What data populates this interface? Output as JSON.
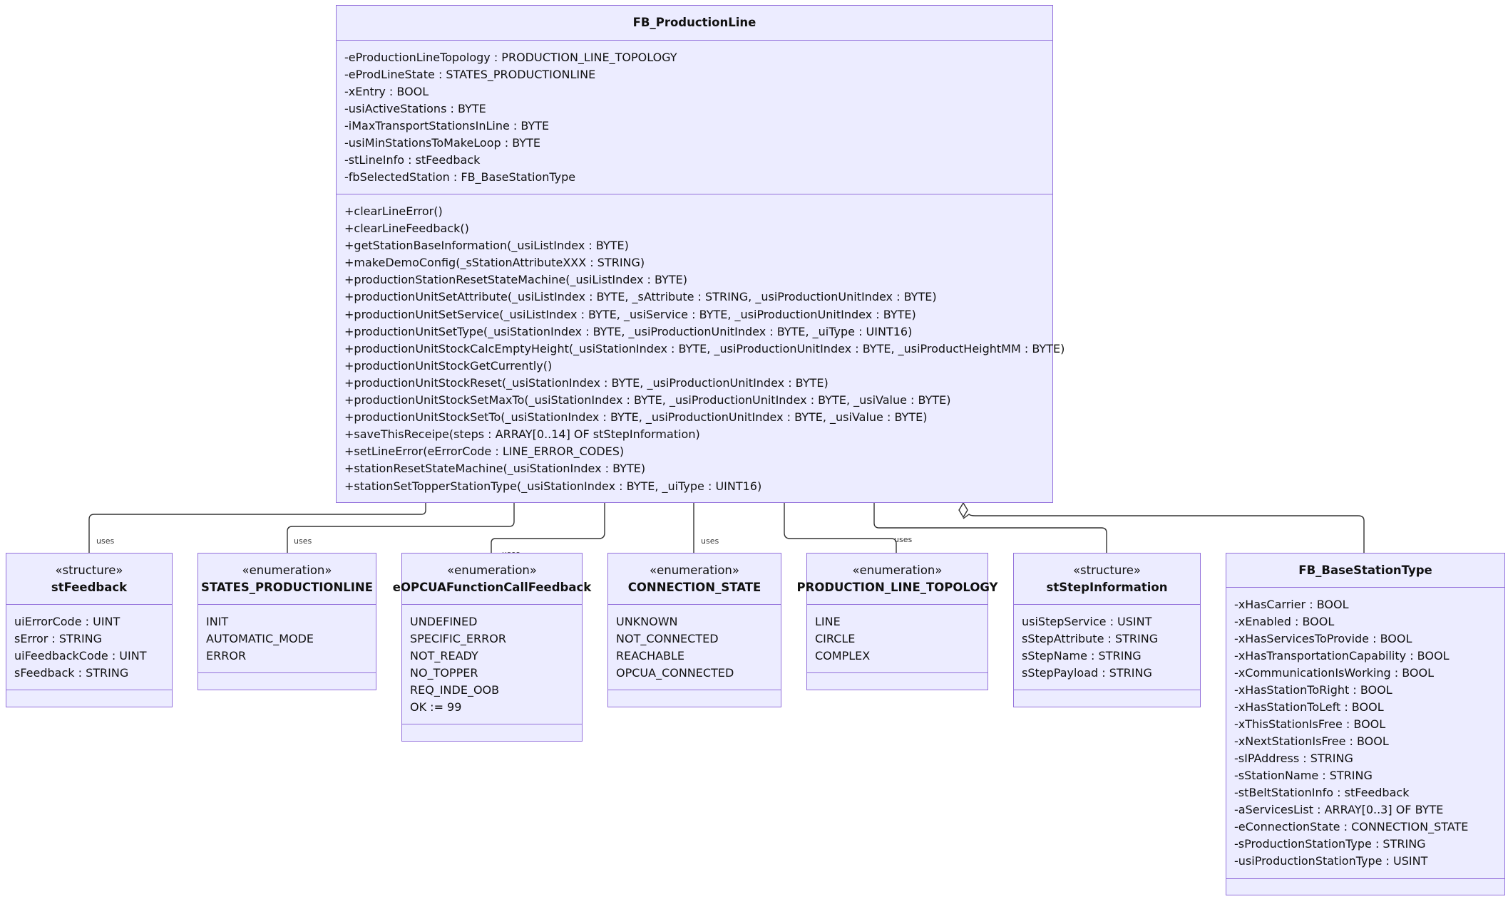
{
  "main_class": {
    "name": "FB_ProductionLine",
    "attributes": [
      "-eProductionLineTopology : PRODUCTION_LINE_TOPOLOGY",
      "-eProdLineState : STATES_PRODUCTIONLINE",
      "-xEntry : BOOL",
      "-usiActiveStations : BYTE",
      "-iMaxTransportStationsInLine : BYTE",
      "-usiMinStationsToMakeLoop : BYTE",
      "-stLineInfo : stFeedback",
      "-fbSelectedStation : FB_BaseStationType"
    ],
    "methods": [
      "+clearLineError()",
      "+clearLineFeedback()",
      "+getStationBaseInformation(_usiListIndex : BYTE)",
      "+makeDemoConfig(_sStationAttributeXXX : STRING)",
      "+productionStationResetStateMachine(_usiListIndex : BYTE)",
      "+productionUnitSetAttribute(_usiListIndex : BYTE, _sAttribute : STRING, _usiProductionUnitIndex : BYTE)",
      "+productionUnitSetService(_usiListIndex : BYTE, _usiService : BYTE, _usiProductionUnitIndex : BYTE)",
      "+productionUnitSetType(_usiStationIndex : BYTE, _usiProductionUnitIndex : BYTE, _uiType : UINT16)",
      "+productionUnitStockCalcEmptyHeight(_usiStationIndex : BYTE, _usiProductionUnitIndex : BYTE, _usiProductHeightMM : BYTE)",
      "+productionUnitStockGetCurrently()",
      "+productionUnitStockReset(_usiStationIndex : BYTE, _usiProductionUnitIndex : BYTE)",
      "+productionUnitStockSetMaxTo(_usiStationIndex : BYTE, _usiProductionUnitIndex : BYTE, _usiValue : BYTE)",
      "+productionUnitStockSetTo(_usiStationIndex : BYTE, _usiProductionUnitIndex : BYTE, _usiValue : BYTE)",
      "+saveThisReceipe(steps : ARRAY[0..14] OF stStepInformation)",
      "+setLineError(eErrorCode : LINE_ERROR_CODES)",
      "+stationResetStateMachine(_usiStationIndex : BYTE)",
      "+stationSetTopperStationType(_usiStationIndex : BYTE, _uiType : UINT16)"
    ]
  },
  "classes": [
    {
      "id": "stFeedback",
      "stereotype": "«structure»",
      "name": "stFeedback",
      "members": [
        "uiErrorCode : UINT",
        "sError : STRING",
        "uiFeedbackCode : UINT",
        "sFeedback : STRING"
      ]
    },
    {
      "id": "STATES_PRODUCTIONLINE",
      "stereotype": "«enumeration»",
      "name": "STATES_PRODUCTIONLINE",
      "members": [
        "INIT",
        "AUTOMATIC_MODE",
        "ERROR"
      ]
    },
    {
      "id": "eOPCUAFunctionCallFeedback",
      "stereotype": "«enumeration»",
      "name": "eOPCUAFunctionCallFeedback",
      "members": [
        "UNDEFINED",
        "SPECIFIC_ERROR",
        "NOT_READY",
        "NO_TOPPER",
        "REQ_INDE_OOB",
        "OK := 99"
      ]
    },
    {
      "id": "CONNECTION_STATE",
      "stereotype": "«enumeration»",
      "name": "CONNECTION_STATE",
      "members": [
        "UNKNOWN",
        "NOT_CONNECTED",
        "REACHABLE",
        "OPCUA_CONNECTED"
      ]
    },
    {
      "id": "PRODUCTION_LINE_TOPOLOGY",
      "stereotype": "«enumeration»",
      "name": "PRODUCTION_LINE_TOPOLOGY",
      "members": [
        "LINE",
        "CIRCLE",
        "COMPLEX"
      ]
    },
    {
      "id": "stStepInformation",
      "stereotype": "«structure»",
      "name": "stStepInformation",
      "members": [
        "usiStepService : USINT",
        "sStepAttribute : STRING",
        "sStepName : STRING",
        "sStepPayload : STRING"
      ]
    },
    {
      "id": "FB_BaseStationType",
      "stereotype": "",
      "name": "FB_BaseStationType",
      "members": [
        "-xHasCarrier : BOOL",
        "-xEnabled : BOOL",
        "-xHasServicesToProvide : BOOL",
        "-xHasTransportationCapability : BOOL",
        "-xCommunicationIsWorking : BOOL",
        "-xHasStationToRight : BOOL",
        "-xHasStationToLeft : BOOL",
        "-xThisStationIsFree : BOOL",
        "-xNextStationIsFree : BOOL",
        "-sIPAddress : STRING",
        "-sStationName : STRING",
        "-stBeltStationInfo : stFeedback",
        "-aServicesList : ARRAY[0..3] OF BYTE",
        "-eConnectionState : CONNECTION_STATE",
        "-sProductionStationType : STRING",
        "-usiProductionStationType : USINT"
      ]
    }
  ],
  "relations": [
    {
      "to": "stFeedback",
      "label": "uses"
    },
    {
      "to": "STATES_PRODUCTIONLINE",
      "label": "uses"
    },
    {
      "to": "eOPCUAFunctionCallFeedback",
      "label": "uses"
    },
    {
      "to": "CONNECTION_STATE",
      "label": "uses"
    },
    {
      "to": "PRODUCTION_LINE_TOPOLOGY",
      "label": "uses"
    },
    {
      "to": "stStepInformation",
      "label": ""
    },
    {
      "to": "FB_BaseStationType",
      "label": ""
    }
  ],
  "colors": {
    "fill": "#ececff",
    "stroke": "#9370db",
    "edge": "#333333"
  }
}
